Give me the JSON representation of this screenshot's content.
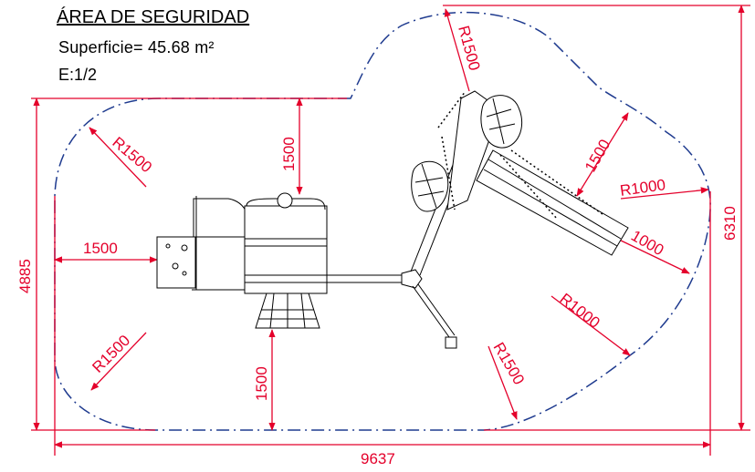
{
  "header": {
    "title": "ÁREA DE SEGURIDAD",
    "surface_label": "Superficie=",
    "surface_value": "45.68",
    "surface_unit": "m²",
    "scale": "E:1/2"
  },
  "dimensions": {
    "total_width": "9637",
    "total_height": "6310",
    "left_height": "4885",
    "left_clearance": "1500",
    "top_clearance": "1500",
    "bottom_clearance": "1500",
    "slide_side_clearance": "1500",
    "slide_end_clearance": "1000"
  },
  "radii": {
    "top_left": "R1500",
    "bottom_left": "R1500",
    "top_notch": "R1500",
    "bottom_mid": "R1500",
    "right_top": "R1000",
    "right_bottom": "R1000"
  },
  "colors": {
    "dimension": "#e4002b",
    "boundary": "#1f3b8f",
    "structure": "#000000"
  }
}
